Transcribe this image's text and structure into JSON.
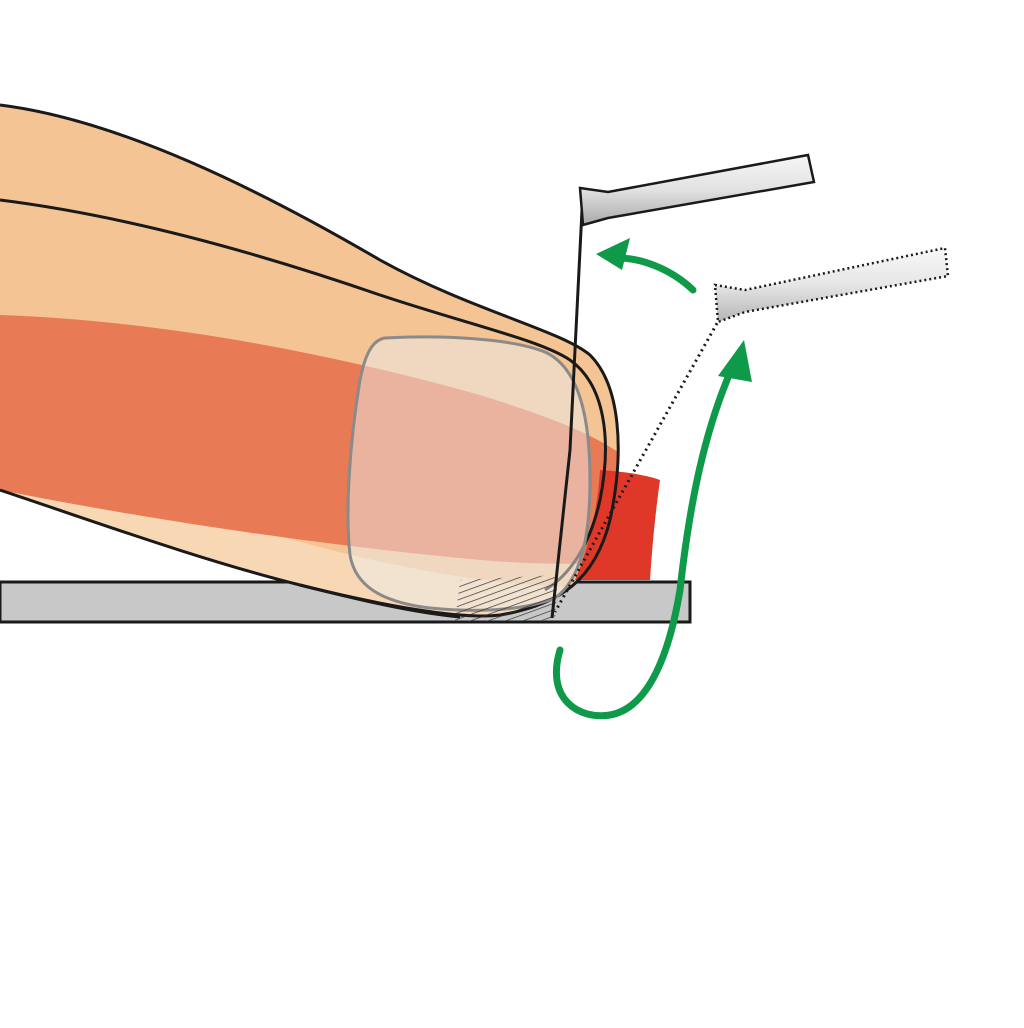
{
  "diagram": {
    "colors": {
      "background": "#ffffff",
      "skin": "#f4c494",
      "skin_light": "#f8d8b4",
      "flesh_band": "#e87a55",
      "red_pad": "#e03828",
      "outline": "#1a1a1a",
      "nail_fill": "#ececec",
      "nail_stroke": "#8a8a8a",
      "plate_fill": "#c8c8c8",
      "tool_light": "#f4f4f4",
      "tool_dark": "#b0b0b0",
      "arrow_green": "#0f9a4a"
    },
    "icons": {
      "finger": "finger-tip-illustration",
      "plate": "flat-plate",
      "tool_current": "probe-tool-solid",
      "tool_previous": "probe-tool-dotted-outline",
      "arrow_rotation": "curved-arrow-rotation",
      "arrow_loop": "looping-arrow-up"
    }
  }
}
